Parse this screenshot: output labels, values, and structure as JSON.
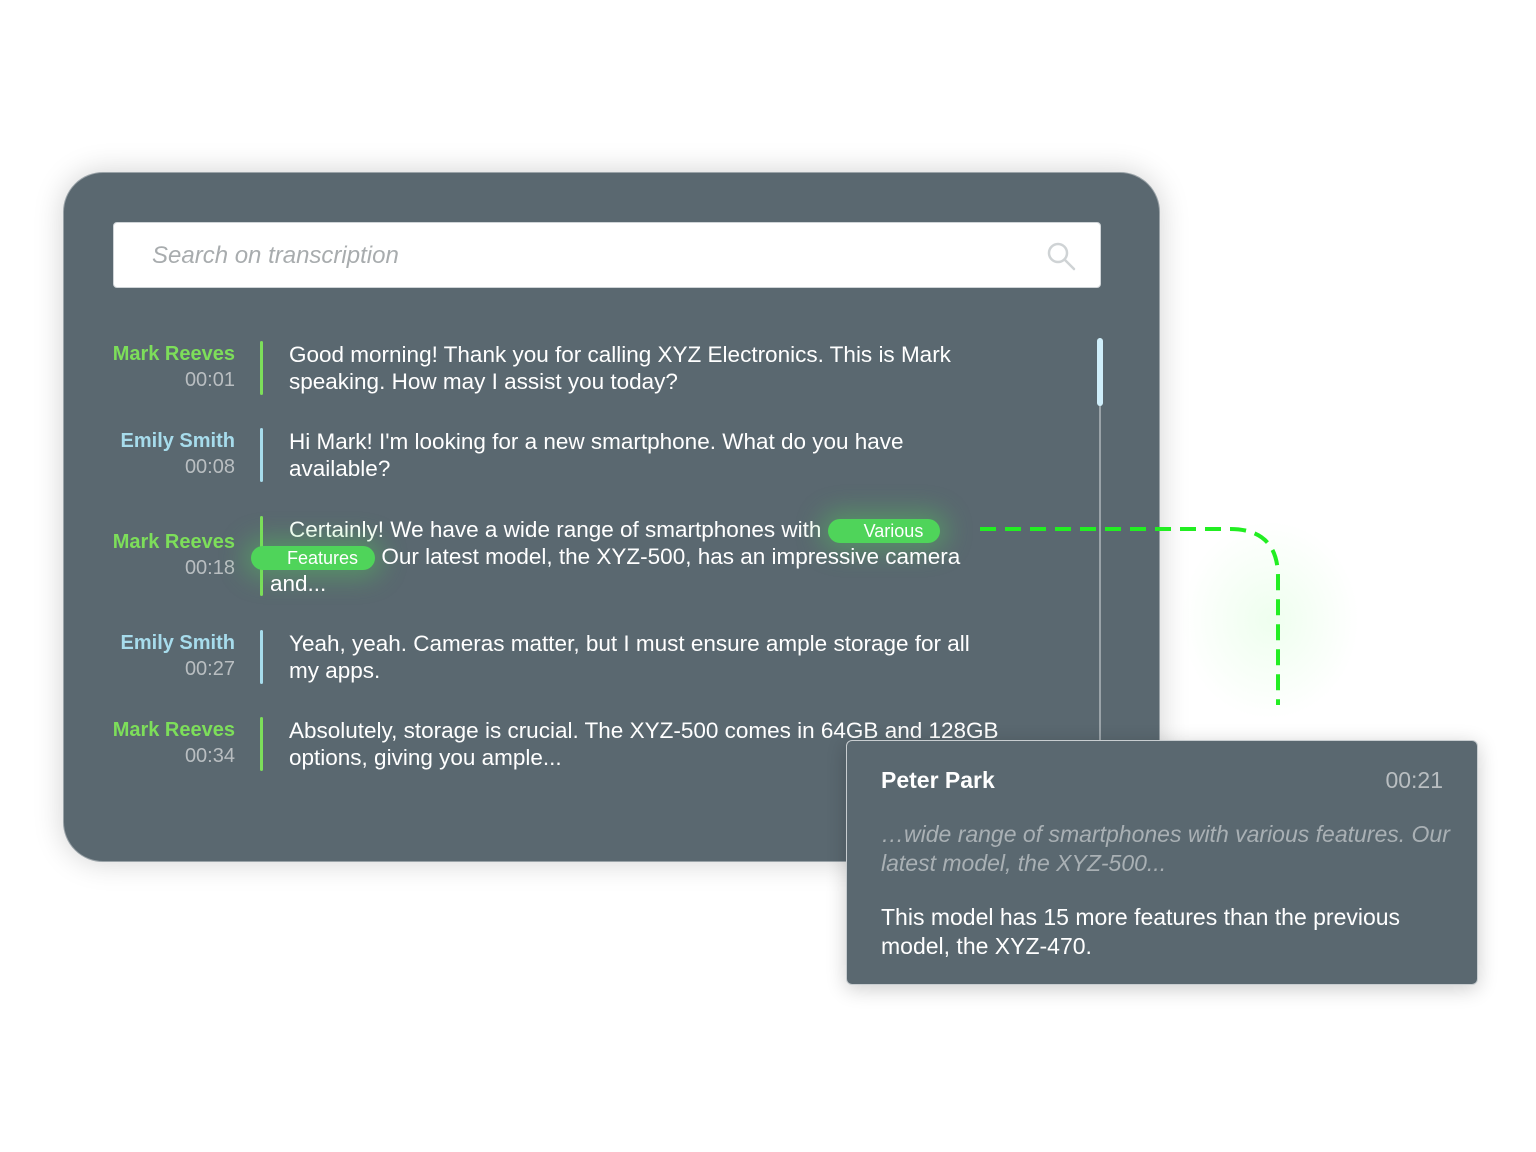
{
  "search": {
    "placeholder": "Search on transcription",
    "icon": "search-icon"
  },
  "colors": {
    "panel": "#5a6870",
    "agent": "#7dde5a",
    "customer": "#a7dcec",
    "highlight": "#4fd45a",
    "connector": "#22ee22"
  },
  "transcript": [
    {
      "speaker": "Mark Reeves",
      "time": "00:01",
      "text": "Good morning! Thank you for calling XYZ Electronics. This is Mark speaking. How may I assist you today?"
    },
    {
      "speaker": "Emily Smith",
      "time": "00:08",
      "text": "Hi Mark! I'm looking for a new smartphone. What do you have available?"
    },
    {
      "speaker": "Mark Reeves",
      "time": "00:18",
      "text_before": "Certainly! We have a wide range of smartphones with",
      "tag1": "Various",
      "tag2": "Features",
      "text_after": "Our latest model, the XYZ-500, has an impressive camera and..."
    },
    {
      "speaker": "Emily Smith",
      "time": "00:27",
      "text": "Yeah, yeah. Cameras matter, but I must ensure ample storage for all my apps."
    },
    {
      "speaker": "Mark Reeves",
      "time": "00:34",
      "text": "Absolutely, storage is crucial. The XYZ-500 comes in 64GB and 128GB options, giving you ample..."
    }
  ],
  "comment": {
    "author": "Peter Park",
    "time": "00:21",
    "quote": "…wide range of smartphones with various features. Our latest model, the XYZ-500...",
    "note": "This model has 15 more features than the previous model, the XYZ-470."
  }
}
